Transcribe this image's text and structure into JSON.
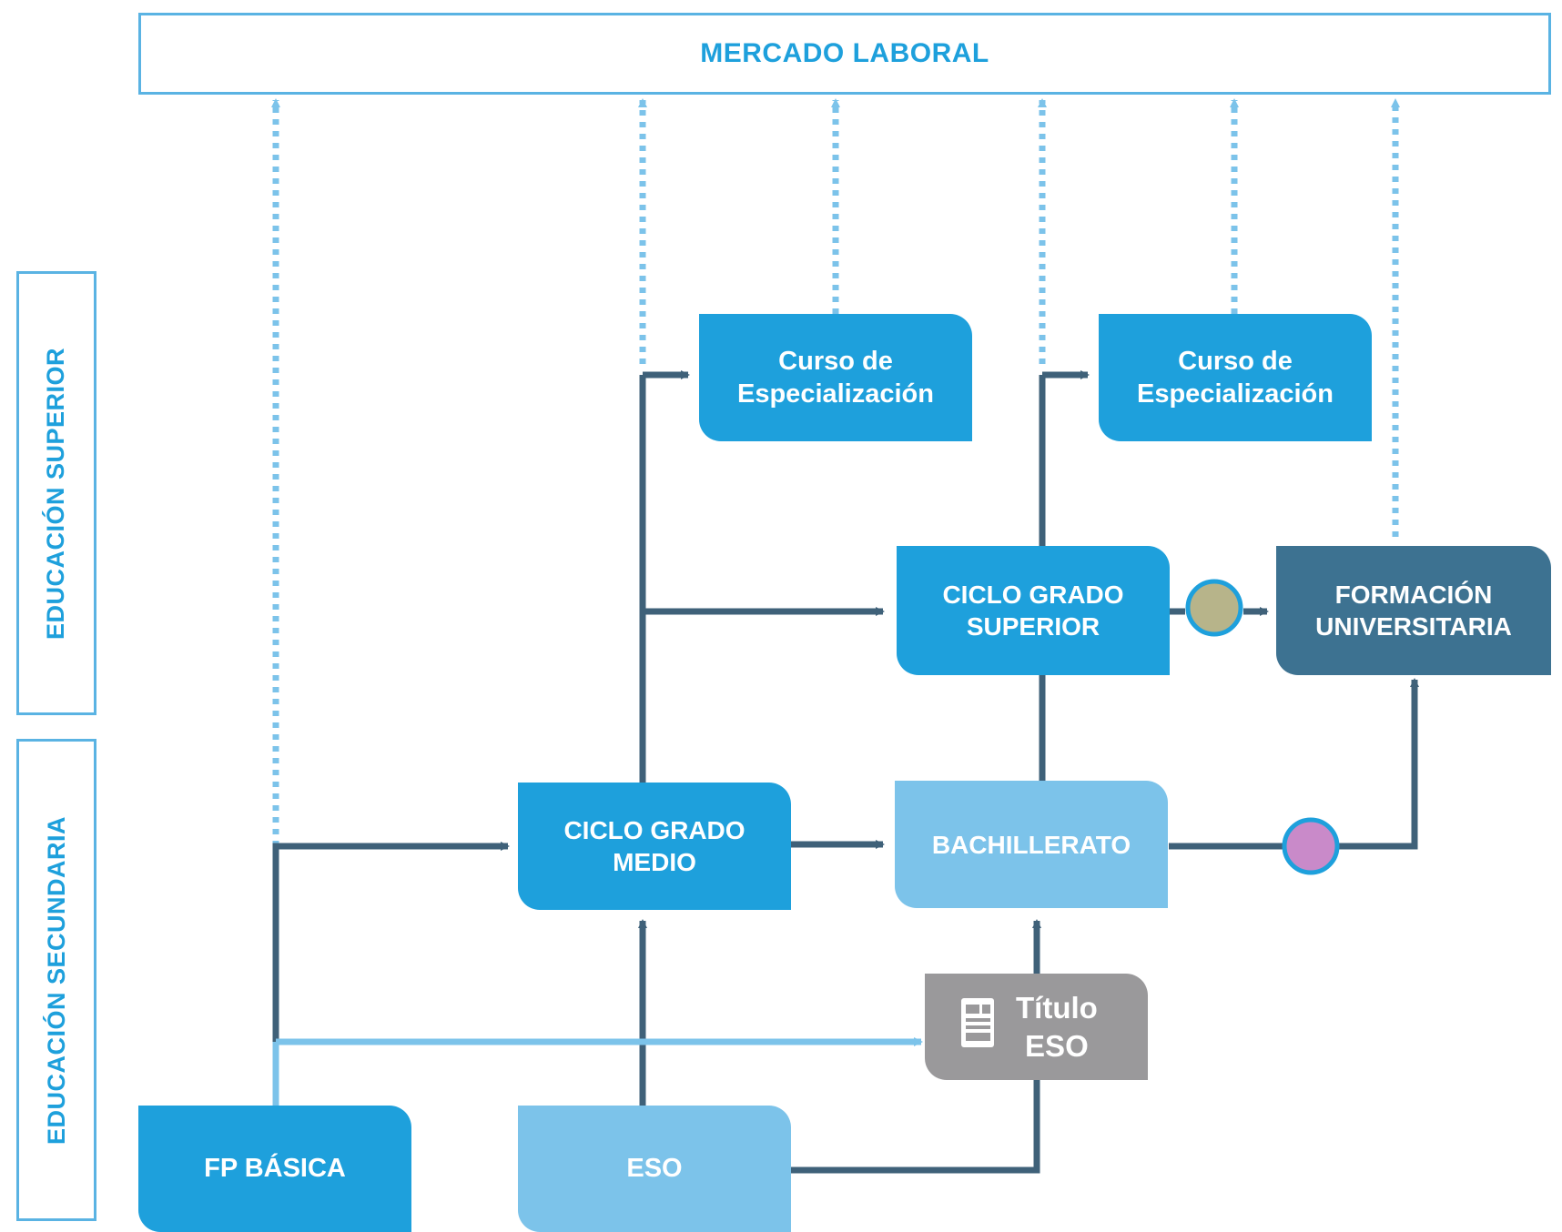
{
  "mercado": {
    "label": "MERCADO LABORAL"
  },
  "side_labels": {
    "superior": "EDUCACIÓN SUPERIOR",
    "secundaria": "EDUCACIÓN SECUNDARIA"
  },
  "nodes": {
    "curso1": "Curso de\nEspecialización",
    "curso2": "Curso de\nEspecialización",
    "cgs": "CICLO GRADO\nSUPERIOR",
    "formacion": "FORMACIÓN\nUNIVERSITARIA",
    "cgm": "CICLO GRADO\nMEDIO",
    "bachillerato": "BACHILLERATO",
    "titulo": "Título\nESO",
    "fpbasica": "FP BÁSICA",
    "eso": "ESO"
  },
  "icons": {
    "titulo": "certificate-icon",
    "connector_circle_1": "olive-circle",
    "connector_circle_2": "pink-circle"
  },
  "colors": {
    "brand_blue": "#1ea0dc",
    "light_blue": "#7cc3ea",
    "navy": "#3d7291",
    "grey": "#9a999b",
    "line_dark": "#3f6179",
    "line_light": "#7cc3ea",
    "circle_olive": "#b7b48a",
    "circle_pink": "#c98ac9"
  }
}
